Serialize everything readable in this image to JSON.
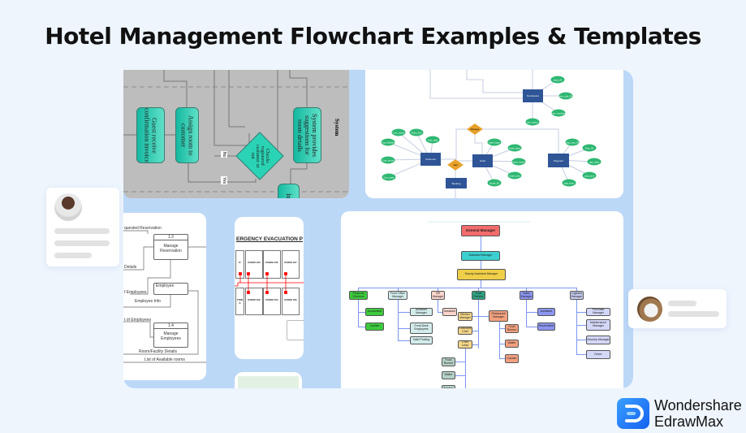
{
  "title": "Hotel Management Flowchart Examples & Templates",
  "brand": {
    "line1": "Wondershare",
    "line2": "EdrawMax",
    "color": "#1f7cf7",
    "icon": "edrawmax-logo-icon"
  },
  "swimlane": {
    "boxes": [
      "Guest receive confirmation invoice",
      "Assign room to customer",
      "System provides suggestions for room details",
      "In"
    ],
    "decision": "Checks registered customer or not",
    "no_label": "No",
    "yes_label": "Yes",
    "lane_label": "System"
  },
  "er": {
    "entities": [
      "Permission",
      "Customer",
      "Hotel",
      "Payment",
      "Booking"
    ],
    "relations": [
      "Manage",
      "Has"
    ],
    "attributes": [
      "dept_ID",
      "per_role_ID",
      "per_module",
      "per_name",
      "Cus_name",
      "ID(us_ID)",
      "Cus_add",
      "Cus_Mobile",
      "Cus_email",
      "Cus_pass",
      "hotel_type",
      "hotel_desc",
      "hotel_name",
      "hotel_rent",
      "Hotel_ID",
      "pay_cus_ID",
      "Pay_ID",
      "pay_date",
      "pay_amt",
      "pay_time"
    ]
  },
  "dfd": {
    "labels": [
      "quested Reservation",
      "Details",
      "f Employees",
      "Employee Info",
      "t of Employees",
      "Room/Facility Details",
      "List of Available rooms"
    ],
    "process1": {
      "id": "1.3",
      "name": "Manage Reservation"
    },
    "store": "Employee",
    "process2": {
      "id": "1.4",
      "name": "Manage Employees"
    }
  },
  "evacuation": {
    "title": "ERGENCY EVACUATION P",
    "top_rooms": [
      "R",
      "ROOM 103",
      "ROOM 105",
      "ROOM 107"
    ],
    "bottom_rooms": [
      "TION A",
      "ROOM 102",
      "ROOM 104",
      "ROOM 106"
    ]
  },
  "org": {
    "nodes": [
      "General Manager",
      "Assistant Manager",
      "Deputy Assistant Manager",
      "Financial Directors",
      "Front Office Manager",
      "HR Manager",
      "Food Director",
      "Sales Manager",
      "Logistics Manager",
      "Accountant",
      "Cashier",
      "Assistant Manager",
      "Front Desk Employees",
      "Valet Parking",
      "Assistant",
      "Kitchen Manager",
      "Executive Chef",
      "Chef Lead",
      "Restaurant Manager",
      "Food Runner",
      "Waiter",
      "Cashier",
      "Food Runner",
      "Waiter",
      "Busboy",
      "Assistant",
      "Reservation",
      "Purchase Manager",
      "Maintenance Manager",
      "Security Manager",
      "Driver"
    ]
  },
  "colors": {
    "background": "#eef5fd",
    "panel": "#bcd8f7",
    "teal": "#14b9a0",
    "er_entity": "#2f5597",
    "er_attr": "#2eb872",
    "er_rel": "#e9a12a"
  }
}
